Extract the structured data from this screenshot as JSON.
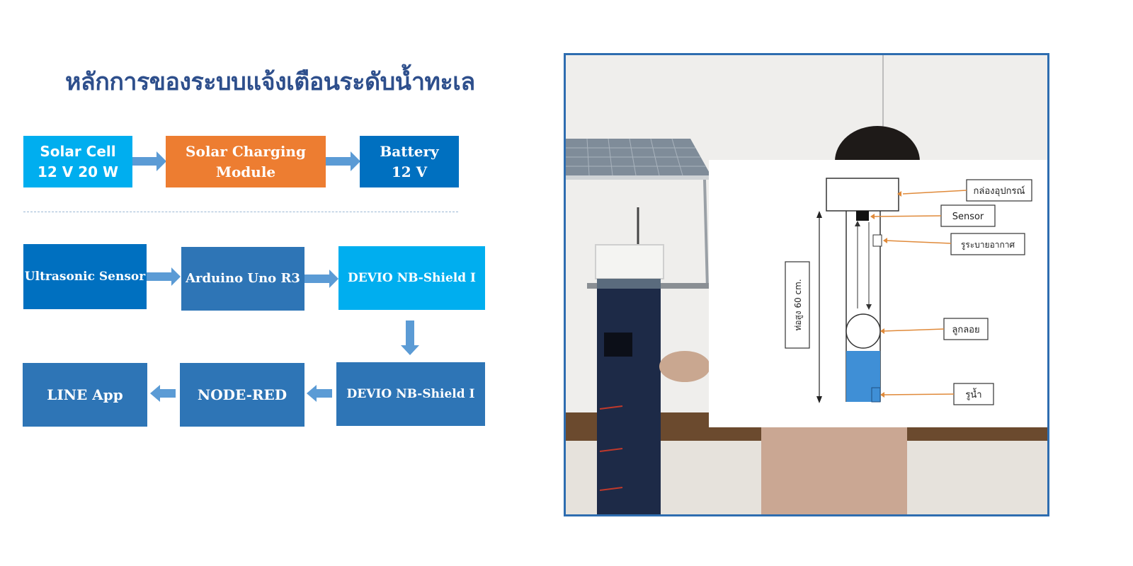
{
  "title": "หลักการของระบบแจ้งเตือนระดับน้ำทะเล",
  "colors": {
    "title": "#2e4f8c",
    "light_blue": "#00aeef",
    "orange": "#ed7d31",
    "blue": "#0070c0",
    "steel_blue": "#2e75b6",
    "arrow": "#5b9bd5",
    "frame": "#2e6db0"
  },
  "power_row": {
    "solar_cell": "Solar Cell\n12 V 20 W",
    "charging_module": "Solar Charging\nModule",
    "battery": "Battery\n12 V"
  },
  "data_row": {
    "ultrasonic_sensor": "Ultrasonic Sensor",
    "arduino": "Arduino Uno R3",
    "devio_1": "DEVIO NB-Shield I"
  },
  "output_row": {
    "devio_2": "DEVIO NB-Shield I",
    "node_red": "NODE-RED",
    "line_app": "LINE App"
  },
  "photo": {
    "diagram_labels": {
      "box": "กล่องอุปกรณ์",
      "sensor": "Sensor",
      "vent": "รูระบายอากาศ",
      "pipe_height": "ท่อสูง 60 cm.",
      "float": "ลูกลอย",
      "water_hole": "รูน้ำ"
    }
  }
}
